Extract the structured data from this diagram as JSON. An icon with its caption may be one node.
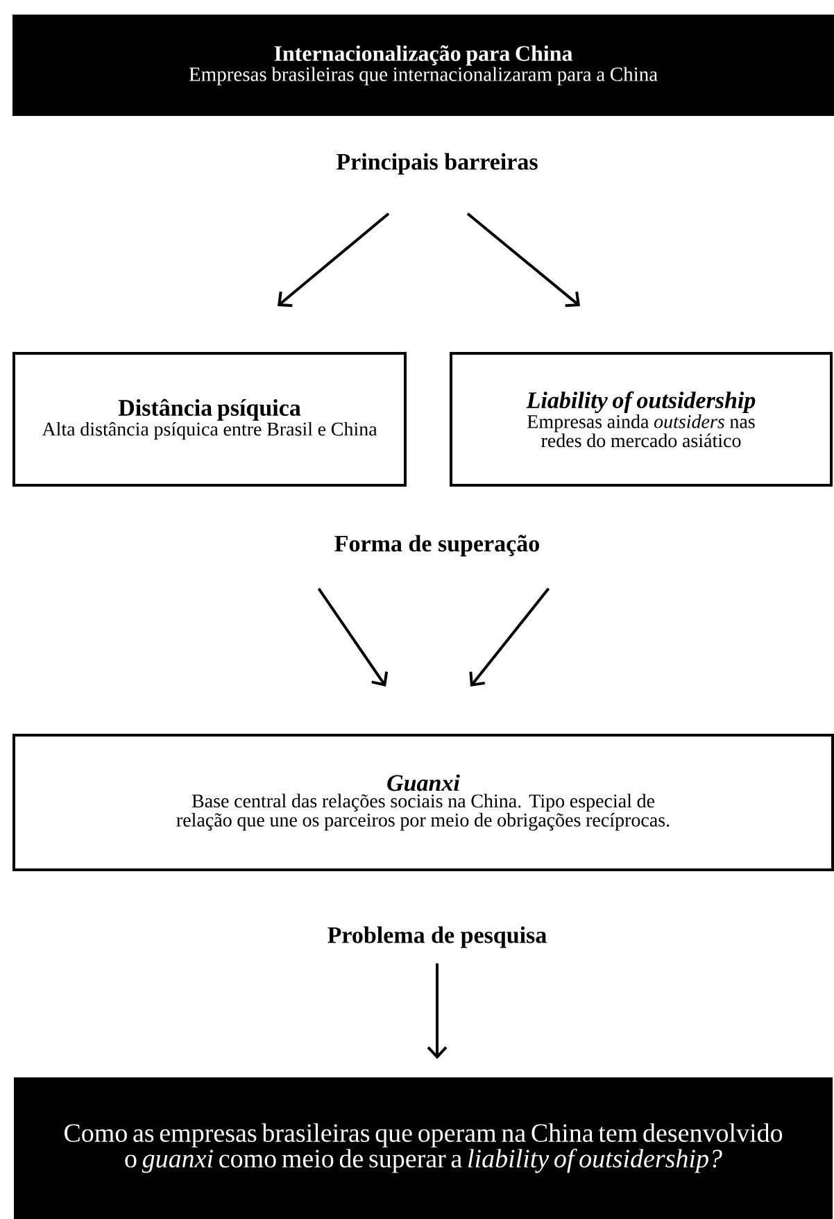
{
  "diagram": {
    "nodes": [
      {
        "text": [
          "Internacionalização para China",
          "Empresas brasileiras que internacionalizaram para a China"
        ]
      },
      {
        "text": [
          "Principais barreiras"
        ]
      },
      {
        "text": [
          "Distância psíquica",
          "Alta distância psíquica entre Brasil e China"
        ]
      },
      {
        "text": [
          "Liability of outsidership",
          "Empresas ainda *outsiders* nas redes do mercado asiático"
        ]
      },
      {
        "text": [
          "Forma de superação"
        ]
      },
      {
        "text": [
          "Guanxi",
          "Base central das relações sociais na China. Tipo especial de relação que une os parceiros por meio de obrigações recíprocas."
        ]
      },
      {
        "text": [
          "Problema de pesquisa"
        ]
      },
      {
        "text": [
          "Como as empresas brasileiras que operam na China tem desenvolvido o *guanxi* como meio de superar a *liability of outsidership?*"
        ]
      }
    ],
    "edges": [
      {
        "from": 1,
        "to": 2,
        "arrow": "to"
      },
      {
        "from": 1,
        "to": 3,
        "arrow": "to"
      },
      {
        "from": 4,
        "to": 5,
        "arrow": "to"
      },
      {
        "from": 4,
        "to": 5,
        "arrow": "to"
      },
      {
        "from": 6,
        "to": 7,
        "arrow": "to"
      }
    ]
  }
}
